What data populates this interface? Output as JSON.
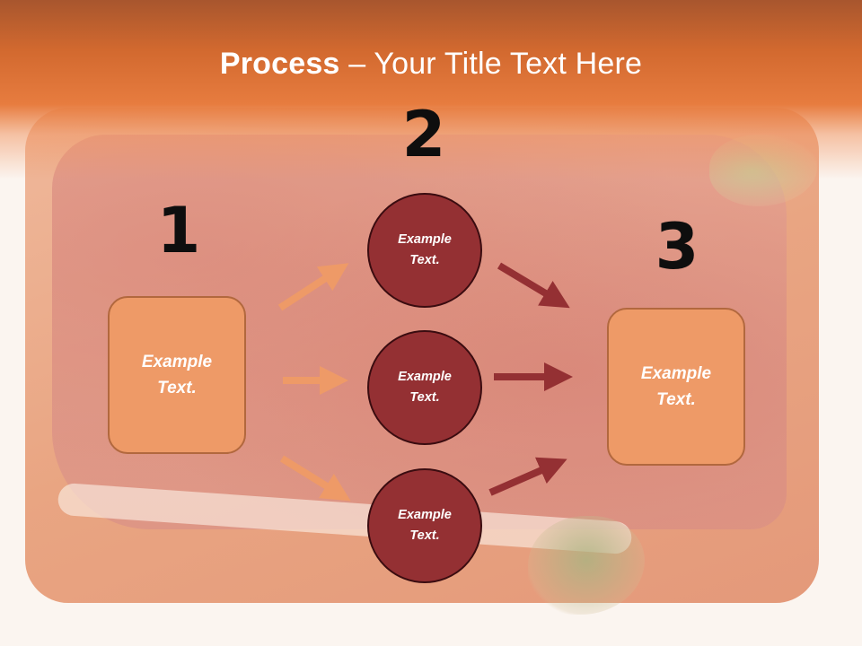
{
  "slide": {
    "title_bold": "Process",
    "title_rest": " – Your Title Text Here"
  },
  "steps": {
    "one": "1",
    "two": "2",
    "three": "3"
  },
  "left_box": {
    "text": "Example\nText."
  },
  "right_box": {
    "text": "Example\nText."
  },
  "circles": [
    {
      "text": "Example\nText."
    },
    {
      "text": "Example\nText."
    },
    {
      "text": "Example\nText."
    }
  ],
  "colors": {
    "header": "#e77c3f",
    "box_fill": "#ee9a67",
    "circle_fill": "#943033",
    "arrow_in": "#ee9a67",
    "arrow_out": "#943033",
    "number_text": "#0e0e0e"
  }
}
